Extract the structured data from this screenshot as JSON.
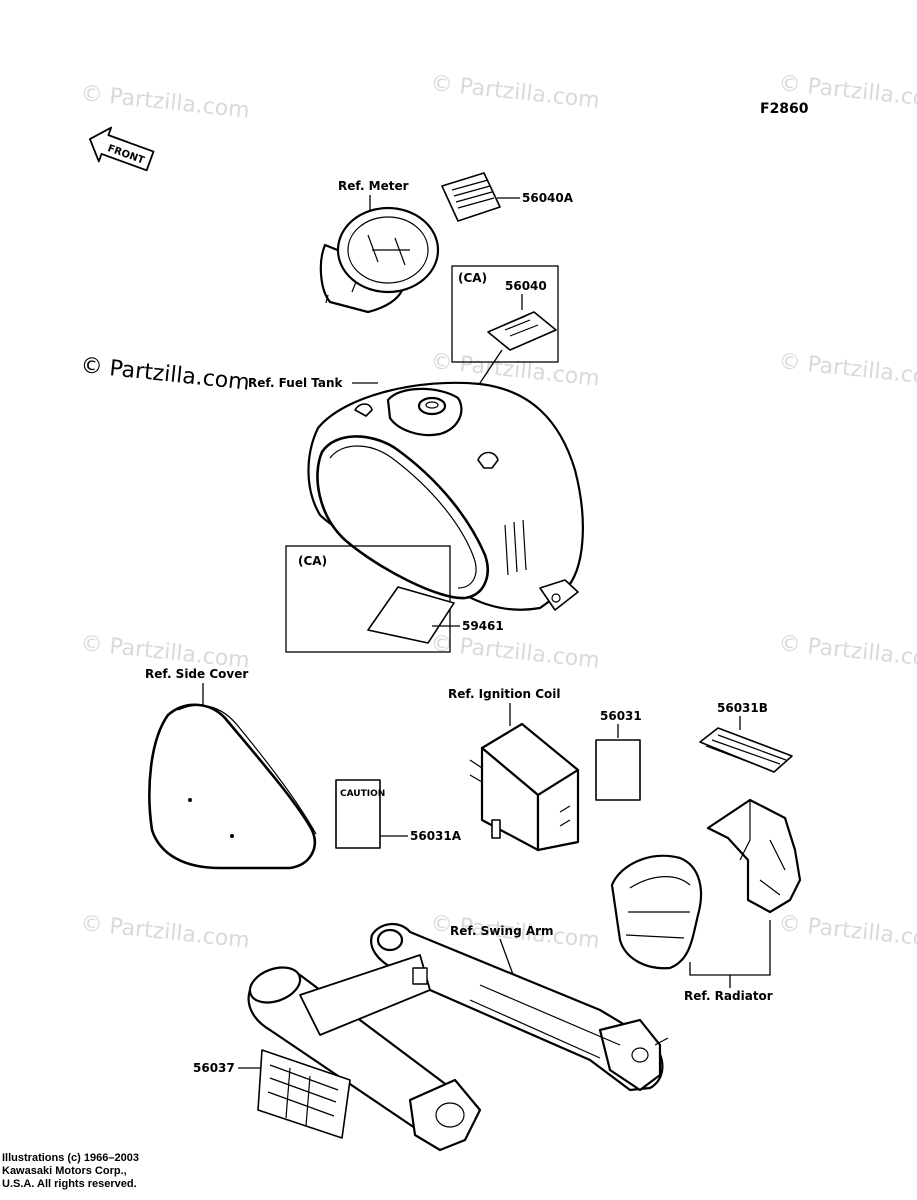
{
  "figure_code": "F2860",
  "front_label": "FRONT",
  "watermark": "© Partzilla.com",
  "labels": {
    "ref_meter": "Ref. Meter",
    "p56040A": "56040A",
    "ca1": "(CA)",
    "p56040": "56040",
    "ref_fuel_tank": "Ref. Fuel Tank",
    "ca2": "(CA)",
    "p59461": "59461",
    "ref_side_cover": "Ref. Side Cover",
    "ref_ignition_coil": "Ref. Ignition Coil",
    "p56031": "56031",
    "p56031B": "56031B",
    "caution": "CAUTION",
    "p56031A": "56031A",
    "ref_swing_arm": "Ref. Swing Arm",
    "ref_radiator": "Ref. Radiator",
    "p56037": "56037"
  },
  "copyright": {
    "line1": "Illustrations (c) 1966–2003",
    "line2": "Kawasaki Motors Corp.,",
    "line3": "U.S.A.  All rights reserved."
  }
}
